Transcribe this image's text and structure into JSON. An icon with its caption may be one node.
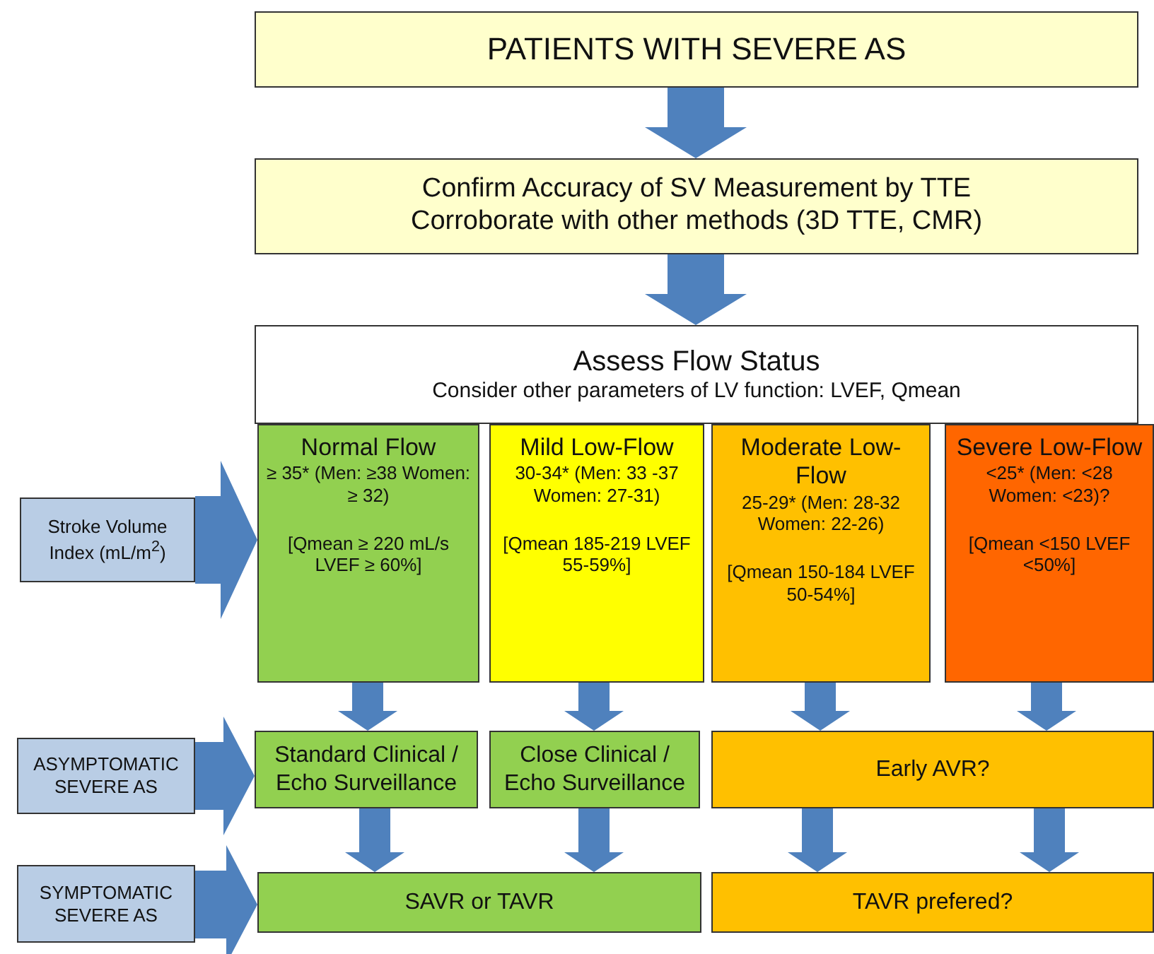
{
  "diagram": {
    "nodes": [
      {
        "text": [
          "PATIENTS WITH SEVERE AS"
        ]
      },
      {
        "text": [
          "Confirm Accuracy of SV Measurement by TTE",
          "Corroborate with other methods (3D TTE, CMR)"
        ]
      },
      {
        "text": [
          "Assess Flow Status",
          "Consider other parameters of LV function: LVEF, Qmean"
        ]
      },
      {
        "text": [
          "Normal Flow",
          "≥ 35* (Men: ≥38 Women: ≥ 32)",
          "[Qmean ≥ 220 mL/s LVEF ≥ 60%]"
        ]
      },
      {
        "text": [
          "Mild Low-Flow",
          "30-34* (Men: 33 -37 Women: 27-31)",
          "[Qmean 185-219 LVEF 55-59%]"
        ]
      },
      {
        "text": [
          "Moderate Low-Flow",
          "25-29* (Men: 28-32 Women: 22-26)",
          "[Qmean 150-184 LVEF 50-54%]"
        ]
      },
      {
        "text": [
          "Severe Low-Flow",
          "<25* (Men: <28 Women: <23)?",
          "[Qmean <150 LVEF <50%]"
        ]
      },
      {
        "text": [
          "Stroke Volume Index (mL/m$^{2}$)"
        ]
      },
      {
        "text": [
          "Standard Clinical / Echo Surveillance"
        ]
      },
      {
        "text": [
          "Close Clinical / Echo Surveillance"
        ]
      },
      {
        "text": [
          "Early AVR?"
        ]
      },
      {
        "text": [
          "ASYMPTOMATIC SEVERE AS"
        ]
      },
      {
        "text": [
          "SAVR or TAVR"
        ]
      },
      {
        "text": [
          "TAVR prefered?"
        ]
      },
      {
        "text": [
          "SYMPTOMATIC SEVERE AS"
        ]
      }
    ],
    "edges": [
      {
        "from": 0,
        "to": 1,
        "arrow": "to"
      },
      {
        "from": 1,
        "to": 2,
        "arrow": "to"
      },
      {
        "from": 7,
        "to": 3,
        "arrow": "to"
      },
      {
        "from": 3,
        "to": 8,
        "arrow": "to"
      },
      {
        "from": 4,
        "to": 9,
        "arrow": "to"
      },
      {
        "from": 5,
        "to": 10,
        "arrow": "to"
      },
      {
        "from": 6,
        "to": 10,
        "arrow": "to"
      },
      {
        "from": 11,
        "to": 8,
        "arrow": "to"
      },
      {
        "from": 8,
        "to": 12,
        "arrow": "to"
      },
      {
        "from": 9,
        "to": 12,
        "arrow": "to"
      },
      {
        "from": 10,
        "to": 13,
        "arrow": "to"
      },
      {
        "from": 10,
        "to": 13,
        "arrow": "to"
      },
      {
        "from": 14,
        "to": 12,
        "arrow": "to"
      }
    ]
  }
}
